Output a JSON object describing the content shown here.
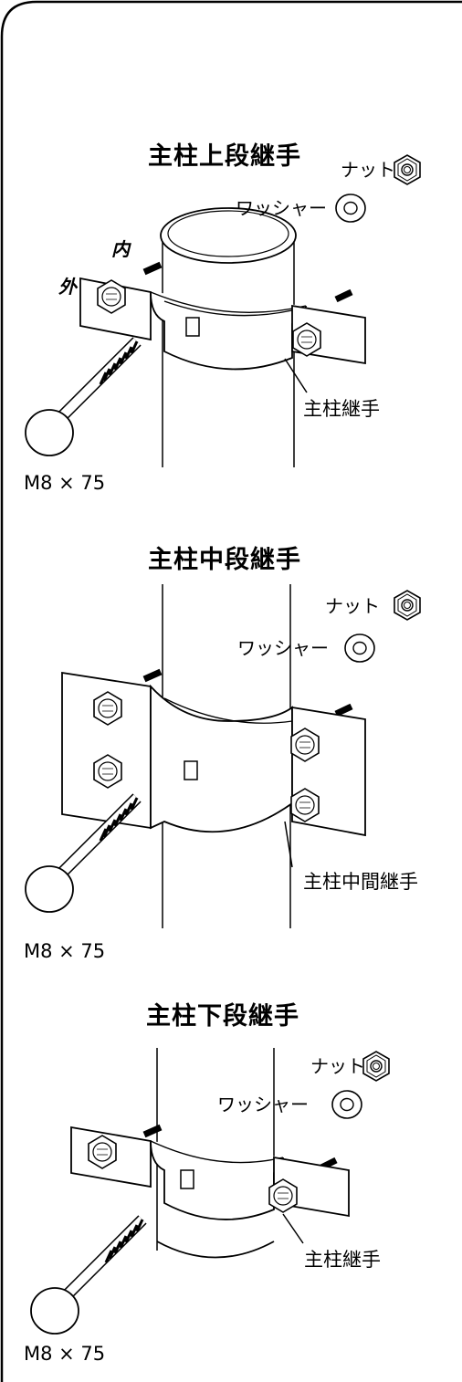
{
  "sections": [
    {
      "title": "主柱上段継手",
      "nut": "ナット",
      "washer": "ワッシャー",
      "inner": "内",
      "outer": "外",
      "joint": "主柱継手",
      "bolt": "M8 × 75"
    },
    {
      "title": "主柱中段継手",
      "nut": "ナット",
      "washer": "ワッシャー",
      "joint": "主柱中間継手",
      "bolt": "M8 × 75"
    },
    {
      "title": "主柱下段継手",
      "nut": "ナット",
      "washer": "ワッシャー",
      "joint": "主柱継手",
      "bolt": "M8 × 75"
    }
  ]
}
